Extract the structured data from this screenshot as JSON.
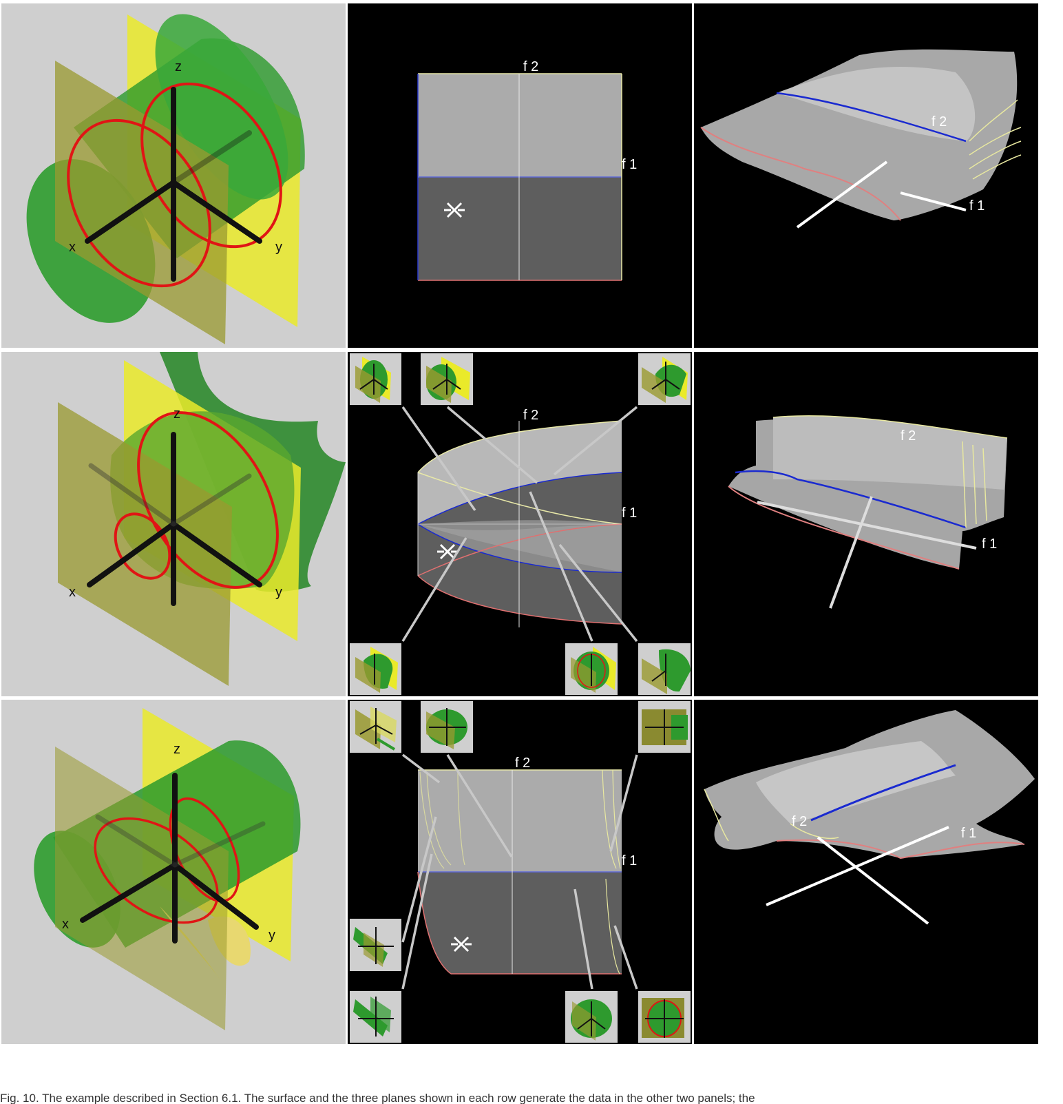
{
  "axes": {
    "x": "x",
    "y": "y",
    "z": "z"
  },
  "fibers": {
    "f1": "f 1",
    "f2": "f 2"
  },
  "caption_fragment": "Fig. 10.  The example described in Section 6.1. The surface and the three planes shown in each row generate the data in the other two panels; the",
  "colors": {
    "left_background": "#cfcfcf",
    "dark_background": "#000000",
    "surface_green": "#2e9a2e",
    "plane_yellow": "#e8e830",
    "plane_olive": "#9a9a30",
    "contour_red": "#e01515",
    "jacobi_blue": "#1a2ad0",
    "sheet_light_gray": "#ababab",
    "sheet_dark_gray": "#5e5e5e"
  }
}
